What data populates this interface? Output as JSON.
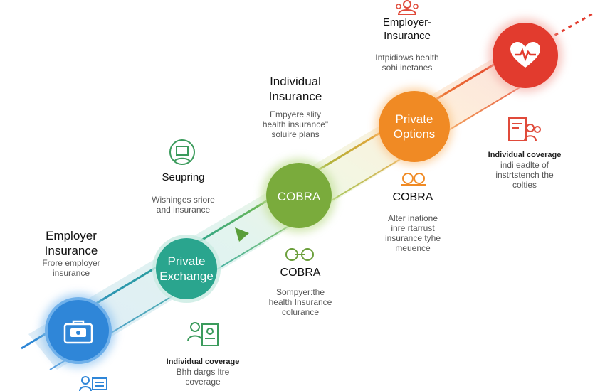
{
  "nodes": {
    "employer_insurance_blue": {
      "title_line1": "Employer",
      "title_line2": "Insurance",
      "desc_line1": "Frore employer",
      "desc_line2": "insurance",
      "color": "#2f86d8"
    },
    "private_exchange": {
      "line1": "Private",
      "line2": "Exchange",
      "color": "#2aa58e"
    },
    "cobra_green": {
      "label": "COBRA",
      "color": "#7aab3c"
    },
    "private_options": {
      "line1": "Private",
      "line2": "Options",
      "color": "#f08a24"
    },
    "heart_node": {
      "color": "#e23b2e"
    }
  },
  "labels": {
    "employer_insurance_top": {
      "line1": "Employer-",
      "line2": "Insurance",
      "desc_line1": "Intpidiows health",
      "desc_line2": "sohi inetanes"
    },
    "individual_insurance": {
      "line1": "Individual",
      "line2": "Insurance",
      "desc_line1": "Empyere slity",
      "desc_line2": "health insurance\"",
      "desc_line3": "soluire plans"
    },
    "seupring": {
      "title": "Seupring",
      "desc_line1": "Wishinges sriore",
      "desc_line2": "and insurance"
    },
    "cobra_right": {
      "title": "COBRA",
      "desc_line1": "Alter inatione",
      "desc_line2": "inre rtarrust",
      "desc_line3": "insurance tyhe",
      "desc_line4": "meuence"
    },
    "cobra_mid": {
      "title": "COBRA",
      "desc_line1": "Sompyer:the",
      "desc_line2": "health Insurance",
      "desc_line3": "colurance"
    },
    "individual_coverage_right": {
      "title": "Individual coverage",
      "desc_line1": "indi eadlte of",
      "desc_line2": "instrtstench the",
      "desc_line3": "colties"
    },
    "individual_coverage_bottom": {
      "title": "Individual coverage",
      "desc_line1": "Bhh dargs ltre",
      "desc_line2": "coverage"
    }
  },
  "icons": {
    "people_icon_top": "people-icon",
    "person_card_icon_left": "person-card-icon",
    "link_icon": "link-icon",
    "people_icon_mid": "people-icon",
    "document_people_icon": "document-people-icon",
    "person_card_icon_bottom": "person-card-icon",
    "briefcase_icon": "briefcase-icon",
    "heart_pulse_icon": "heart-pulse-icon",
    "play_arrow_icon": "play-arrow-icon"
  }
}
